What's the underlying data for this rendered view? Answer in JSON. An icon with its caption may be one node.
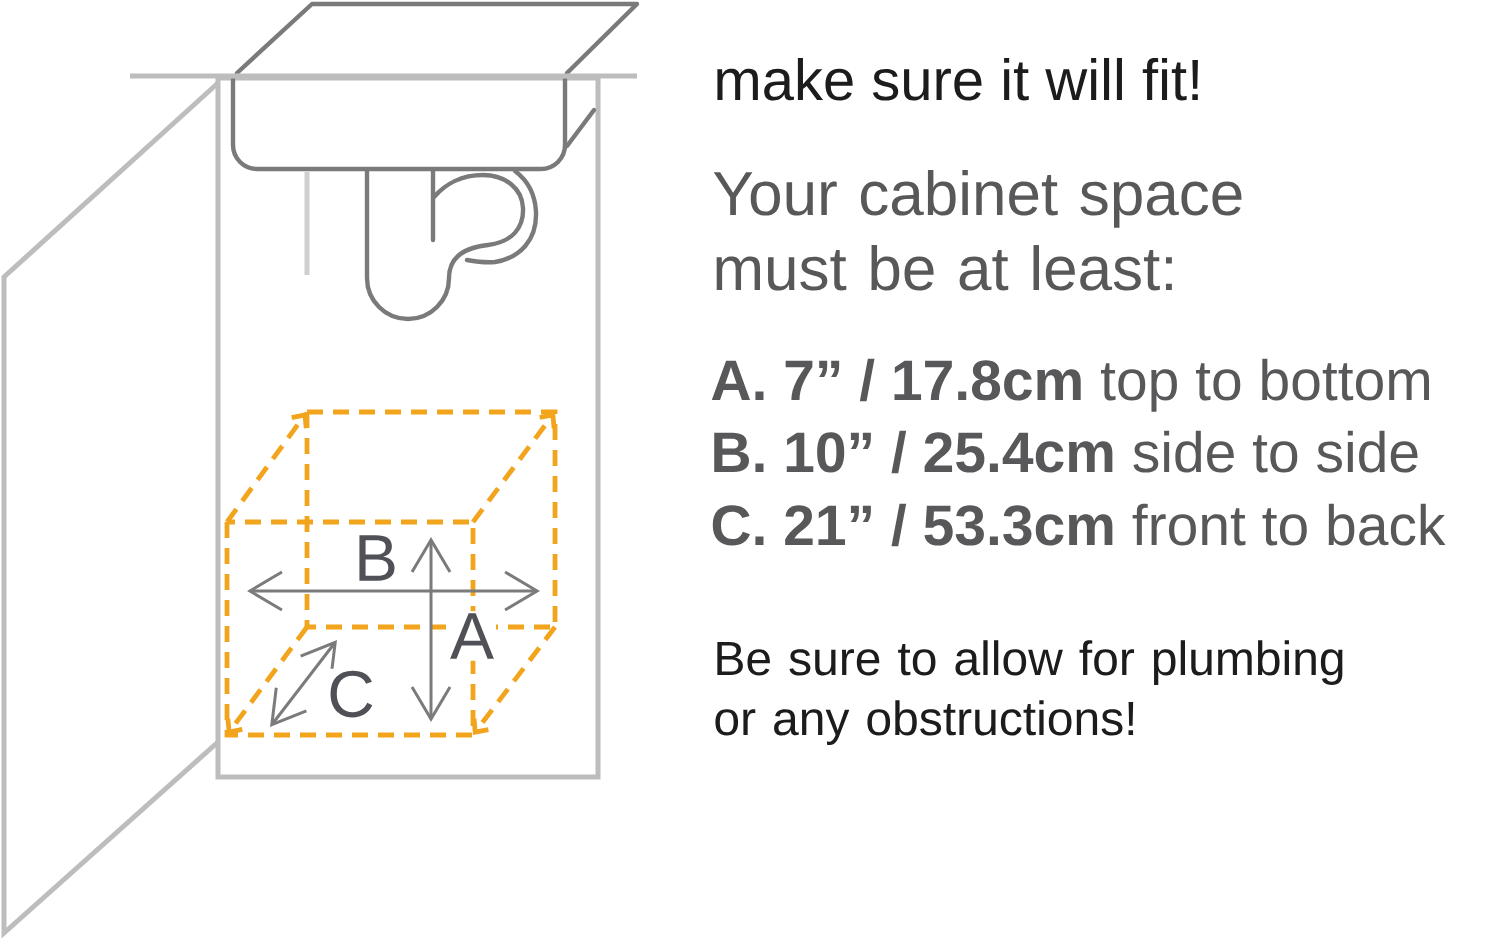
{
  "diagram": {
    "title": "make sure it will fit!",
    "labels": [
      "B",
      "A",
      "C",
      "Your cabinet space must be at least:",
      "**A. 7” / 17.8cm** top to bottom",
      "**B. 10” / 25.4cm** side to side",
      "**C. 21” / 53.3cm** front to back",
      "Be sure to allow for plumbing or any obstructions!"
    ]
  }
}
